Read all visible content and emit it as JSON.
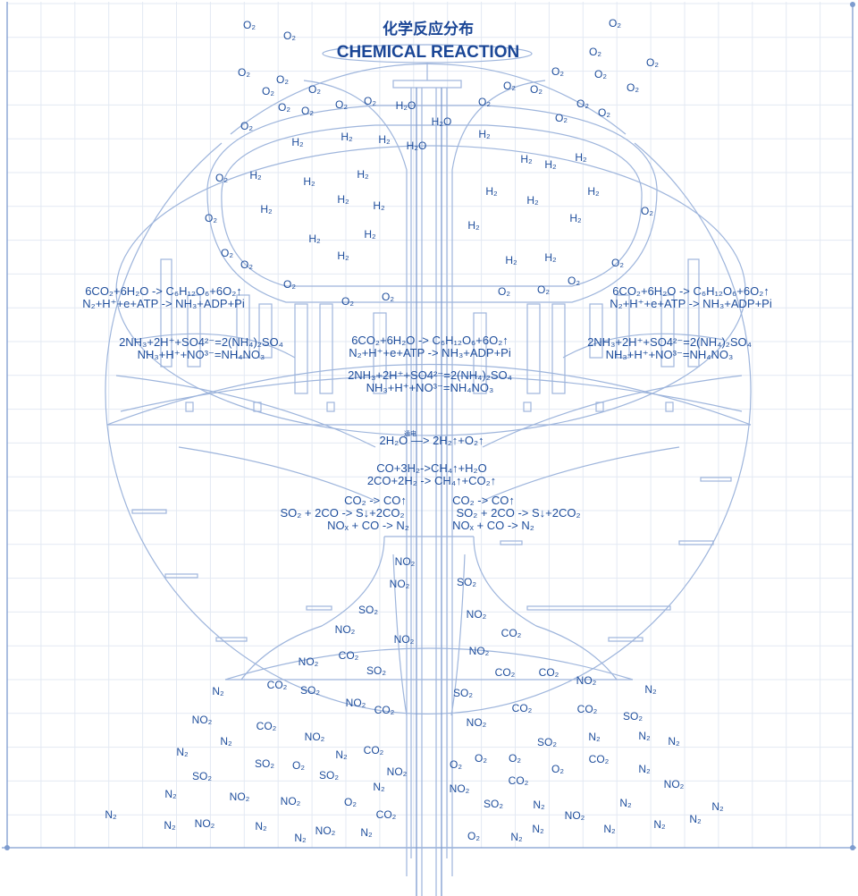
{
  "title": {
    "cn": "化学反应分布",
    "en": "CHEMICAL REACTION"
  },
  "colors": {
    "ink": "#1f4e9c",
    "line": "#9eb5dc",
    "grid": "#e3e9f3"
  },
  "equations": {
    "left_top_1": "6CO₂+6H₂O -> C₆H₁₂O₆+6O₂↑",
    "left_top_2": "N₂+H⁺+e+ATP -> NH₃+ADP+Pi",
    "left_mid_1": "2NH₃+2H⁺+SO4²⁻=2(NH₄)₂SO₄",
    "left_mid_2": "NH₃+H⁺+NO³⁻=NH₄NO₃",
    "center_1": "6CO₂+6H₂O -> C₆H₁₂O₆+6O₂↑",
    "center_2": "N₂+H⁺+e+ATP -> NH₃+ADP+Pi",
    "center_3": "2NH₃+2H⁺+SO4²⁻=2(NH₄)₂SO₄",
    "center_4": "NH₃+H⁺+NO³⁻=NH₄NO₃",
    "right_top_1": "6CO₂+6H₂O -> C₆H₁₂O₆+6O₂↑",
    "right_top_2": "N₂+H⁺+e+ATP -> NH₃+ADP+Pi",
    "right_mid_1": "2NH₃+2H⁺+SO4²⁻=2(NH₄)₂SO₄",
    "right_mid_2": "NH₃+H⁺+NO³⁻=NH₄NO₃",
    "electrolysis_note": "通电",
    "electrolysis": "2H₂O —> 2H₂↑+O₂↑",
    "methanation_1": "CO+3H₂->CH₄↑+H₂O",
    "methanation_2": "2CO+2H₂ -> CH₄↑+CO₂↑",
    "left_low_1": "CO₂ -> CO↑",
    "left_low_2": "SO₂ + 2CO -> S↓+2CO₂",
    "left_low_3": "NOₓ + CO -> N₂",
    "right_low_1": "CO₂ -> CO↑",
    "right_low_2": "SO₂ + 2CO -> S↓+2CO₂",
    "right_low_3": "NOₓ + CO -> N₂"
  },
  "molecules": {
    "o2": "O₂",
    "h2": "H₂",
    "h2o": "H₂O",
    "n2": "N₂",
    "no2": "NO₂",
    "so2": "SO₂",
    "co2": "CO₂"
  }
}
